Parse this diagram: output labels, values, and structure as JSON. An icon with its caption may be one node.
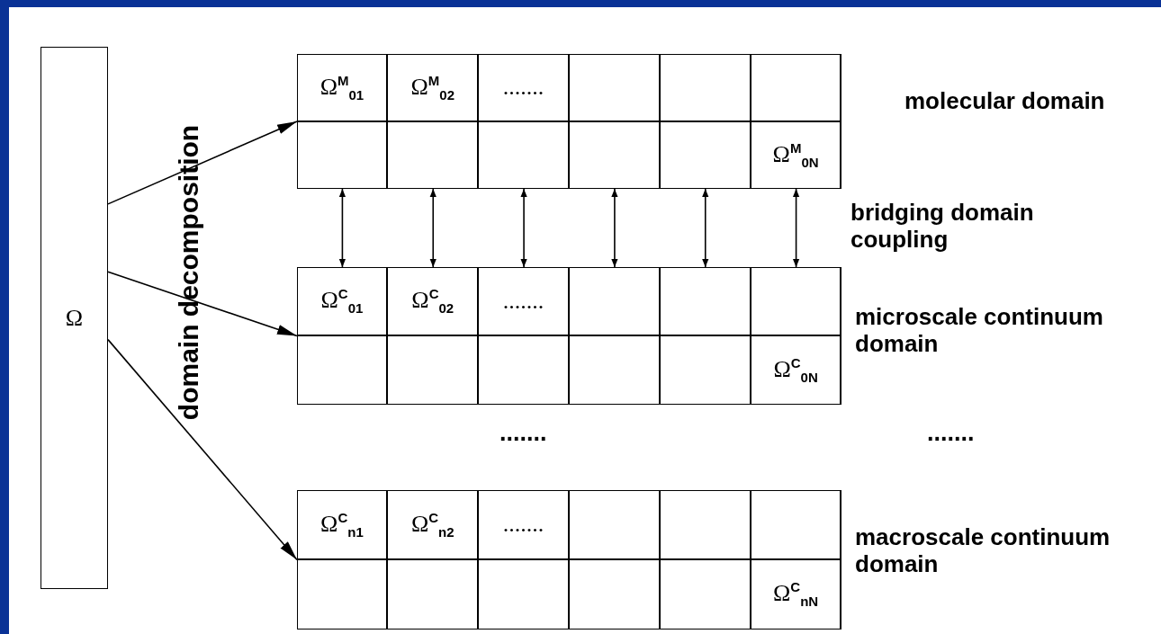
{
  "diagram": {
    "nodes": [
      {
        "text": [
          "Ω"
        ]
      },
      {
        "text": [],
        "shape": "box",
        "beside": [
          "molecular domain"
        ]
      },
      {
        "text": [
          "Ω$^{M}$$_{01}$"
        ],
        "in": 1
      },
      {
        "text": [
          "Ω$^{M}$$_{02}$"
        ],
        "in": 1
      },
      {
        "text": [
          "......."
        ],
        "in": 1
      },
      {
        "text": [],
        "shape": "box",
        "in": 1
      },
      {
        "text": [],
        "shape": "box",
        "in": 1
      },
      {
        "text": [],
        "shape": "box",
        "in": 1
      },
      {
        "text": [],
        "shape": "box",
        "in": 1
      },
      {
        "text": [],
        "shape": "box",
        "in": 1
      },
      {
        "text": [],
        "shape": "box",
        "in": 1
      },
      {
        "text": [],
        "shape": "box",
        "in": 1
      },
      {
        "text": [],
        "shape": "box",
        "in": 1
      },
      {
        "text": [
          "Ω$^{M}$$_{0N}$"
        ],
        "in": 1
      },
      {
        "text": [],
        "shape": "box",
        "beside": [
          "microscale continuum domain"
        ]
      },
      {
        "text": [
          "Ω$^{C}$$_{01}$"
        ],
        "in": 14
      },
      {
        "text": [
          "Ω$^{C}$$_{02}$"
        ],
        "in": 14
      },
      {
        "text": [
          "......."
        ],
        "in": 14
      },
      {
        "text": [],
        "shape": "box",
        "in": 14
      },
      {
        "text": [],
        "shape": "box",
        "in": 14
      },
      {
        "text": [],
        "shape": "box",
        "in": 14
      },
      {
        "text": [],
        "shape": "box",
        "in": 14
      },
      {
        "text": [],
        "shape": "box",
        "in": 14
      },
      {
        "text": [],
        "shape": "box",
        "in": 14
      },
      {
        "text": [],
        "shape": "box",
        "in": 14
      },
      {
        "text": [],
        "shape": "box",
        "in": 14
      },
      {
        "text": [
          "Ω$^{C}$$_{0N}$"
        ],
        "in": 14
      },
      {
        "text": [],
        "shape": "box",
        "beside": [
          "macroscale continuum domain"
        ]
      },
      {
        "text": [
          "Ω$^{C}$$_{n1}$"
        ],
        "in": 27
      },
      {
        "text": [
          "Ω$^{C}$$_{n2}$"
        ],
        "in": 27
      },
      {
        "text": [
          "......."
        ],
        "in": 27
      },
      {
        "text": [],
        "shape": "box",
        "in": 27
      },
      {
        "text": [],
        "shape": "box",
        "in": 27
      },
      {
        "text": [],
        "shape": "box",
        "in": 27
      },
      {
        "text": [],
        "shape": "box",
        "in": 27
      },
      {
        "text": [],
        "shape": "box",
        "in": 27
      },
      {
        "text": [],
        "shape": "box",
        "in": 27
      },
      {
        "text": [],
        "shape": "box",
        "in": 27
      },
      {
        "text": [],
        "shape": "box",
        "in": 27
      },
      {
        "text": [
          "Ω$^{C}$$_{nN}$"
        ],
        "in": 27
      }
    ],
    "edges": [
      {
        "from": 0,
        "to": 1,
        "arrow": "to"
      },
      {
        "from": 0,
        "to": 14,
        "arrow": "to"
      },
      {
        "from": 0,
        "to": 27,
        "arrow": "to"
      },
      {
        "from": 8,
        "to": 15,
        "arrow": "both"
      },
      {
        "from": 9,
        "to": 16,
        "arrow": "both"
      },
      {
        "from": 10,
        "to": 17,
        "arrow": "both"
      },
      {
        "from": 11,
        "to": 18,
        "arrow": "both"
      },
      {
        "from": 12,
        "to": 19,
        "arrow": "both"
      },
      {
        "from": 13,
        "to": 20,
        "arrow": "both"
      }
    ],
    "labels": [
      "domain decomposition",
      "bridging domain coupling",
      ".......",
      "......."
    ]
  }
}
